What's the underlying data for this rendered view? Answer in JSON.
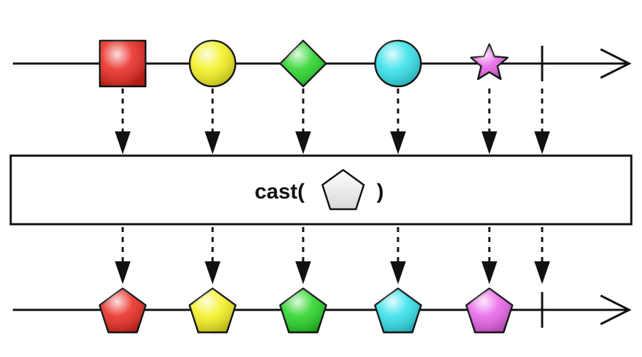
{
  "operator": {
    "prefix": "cast(",
    "suffix": ")",
    "argument_shape": "pentagon",
    "argument_fill": "#ffffff"
  },
  "input_timeline": {
    "events": [
      {
        "shape": "square",
        "color": "#e8251c"
      },
      {
        "shape": "circle",
        "color": "#f2f01a"
      },
      {
        "shape": "diamond",
        "color": "#22d322"
      },
      {
        "shape": "circle",
        "color": "#2ee0ea"
      },
      {
        "shape": "star",
        "color": "#e85ee8"
      }
    ],
    "completes": true
  },
  "output_timeline": {
    "events": [
      {
        "shape": "pentagon",
        "color": "#e8251c"
      },
      {
        "shape": "pentagon",
        "color": "#f2f01a"
      },
      {
        "shape": "pentagon",
        "color": "#22d322"
      },
      {
        "shape": "pentagon",
        "color": "#2ee0ea"
      },
      {
        "shape": "pentagon",
        "color": "#e85ee8"
      }
    ],
    "completes": true
  }
}
